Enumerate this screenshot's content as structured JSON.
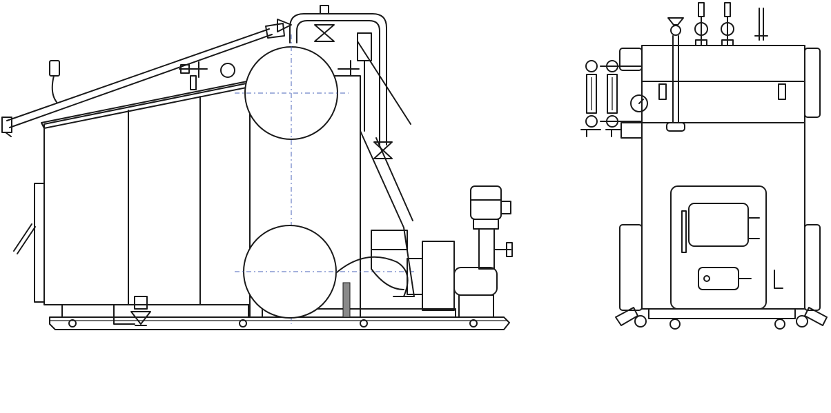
{
  "image": {
    "kind": "technical line drawing",
    "colors": {
      "line": "#1a1a1a",
      "centerline": "#4a63b8",
      "background": "#ffffff"
    }
  },
  "views": [
    {
      "id": "side-view",
      "components": [
        "boiler-casing",
        "upper-drum",
        "lower-drum",
        "burner-fan",
        "motor",
        "steam-pipe",
        "base-frame",
        "valves"
      ]
    },
    {
      "id": "front-view",
      "components": [
        "front-casing",
        "water-level-gauges",
        "pressure-gauge",
        "safety-valves",
        "furnace-door",
        "inspection-door",
        "wheels"
      ]
    }
  ]
}
